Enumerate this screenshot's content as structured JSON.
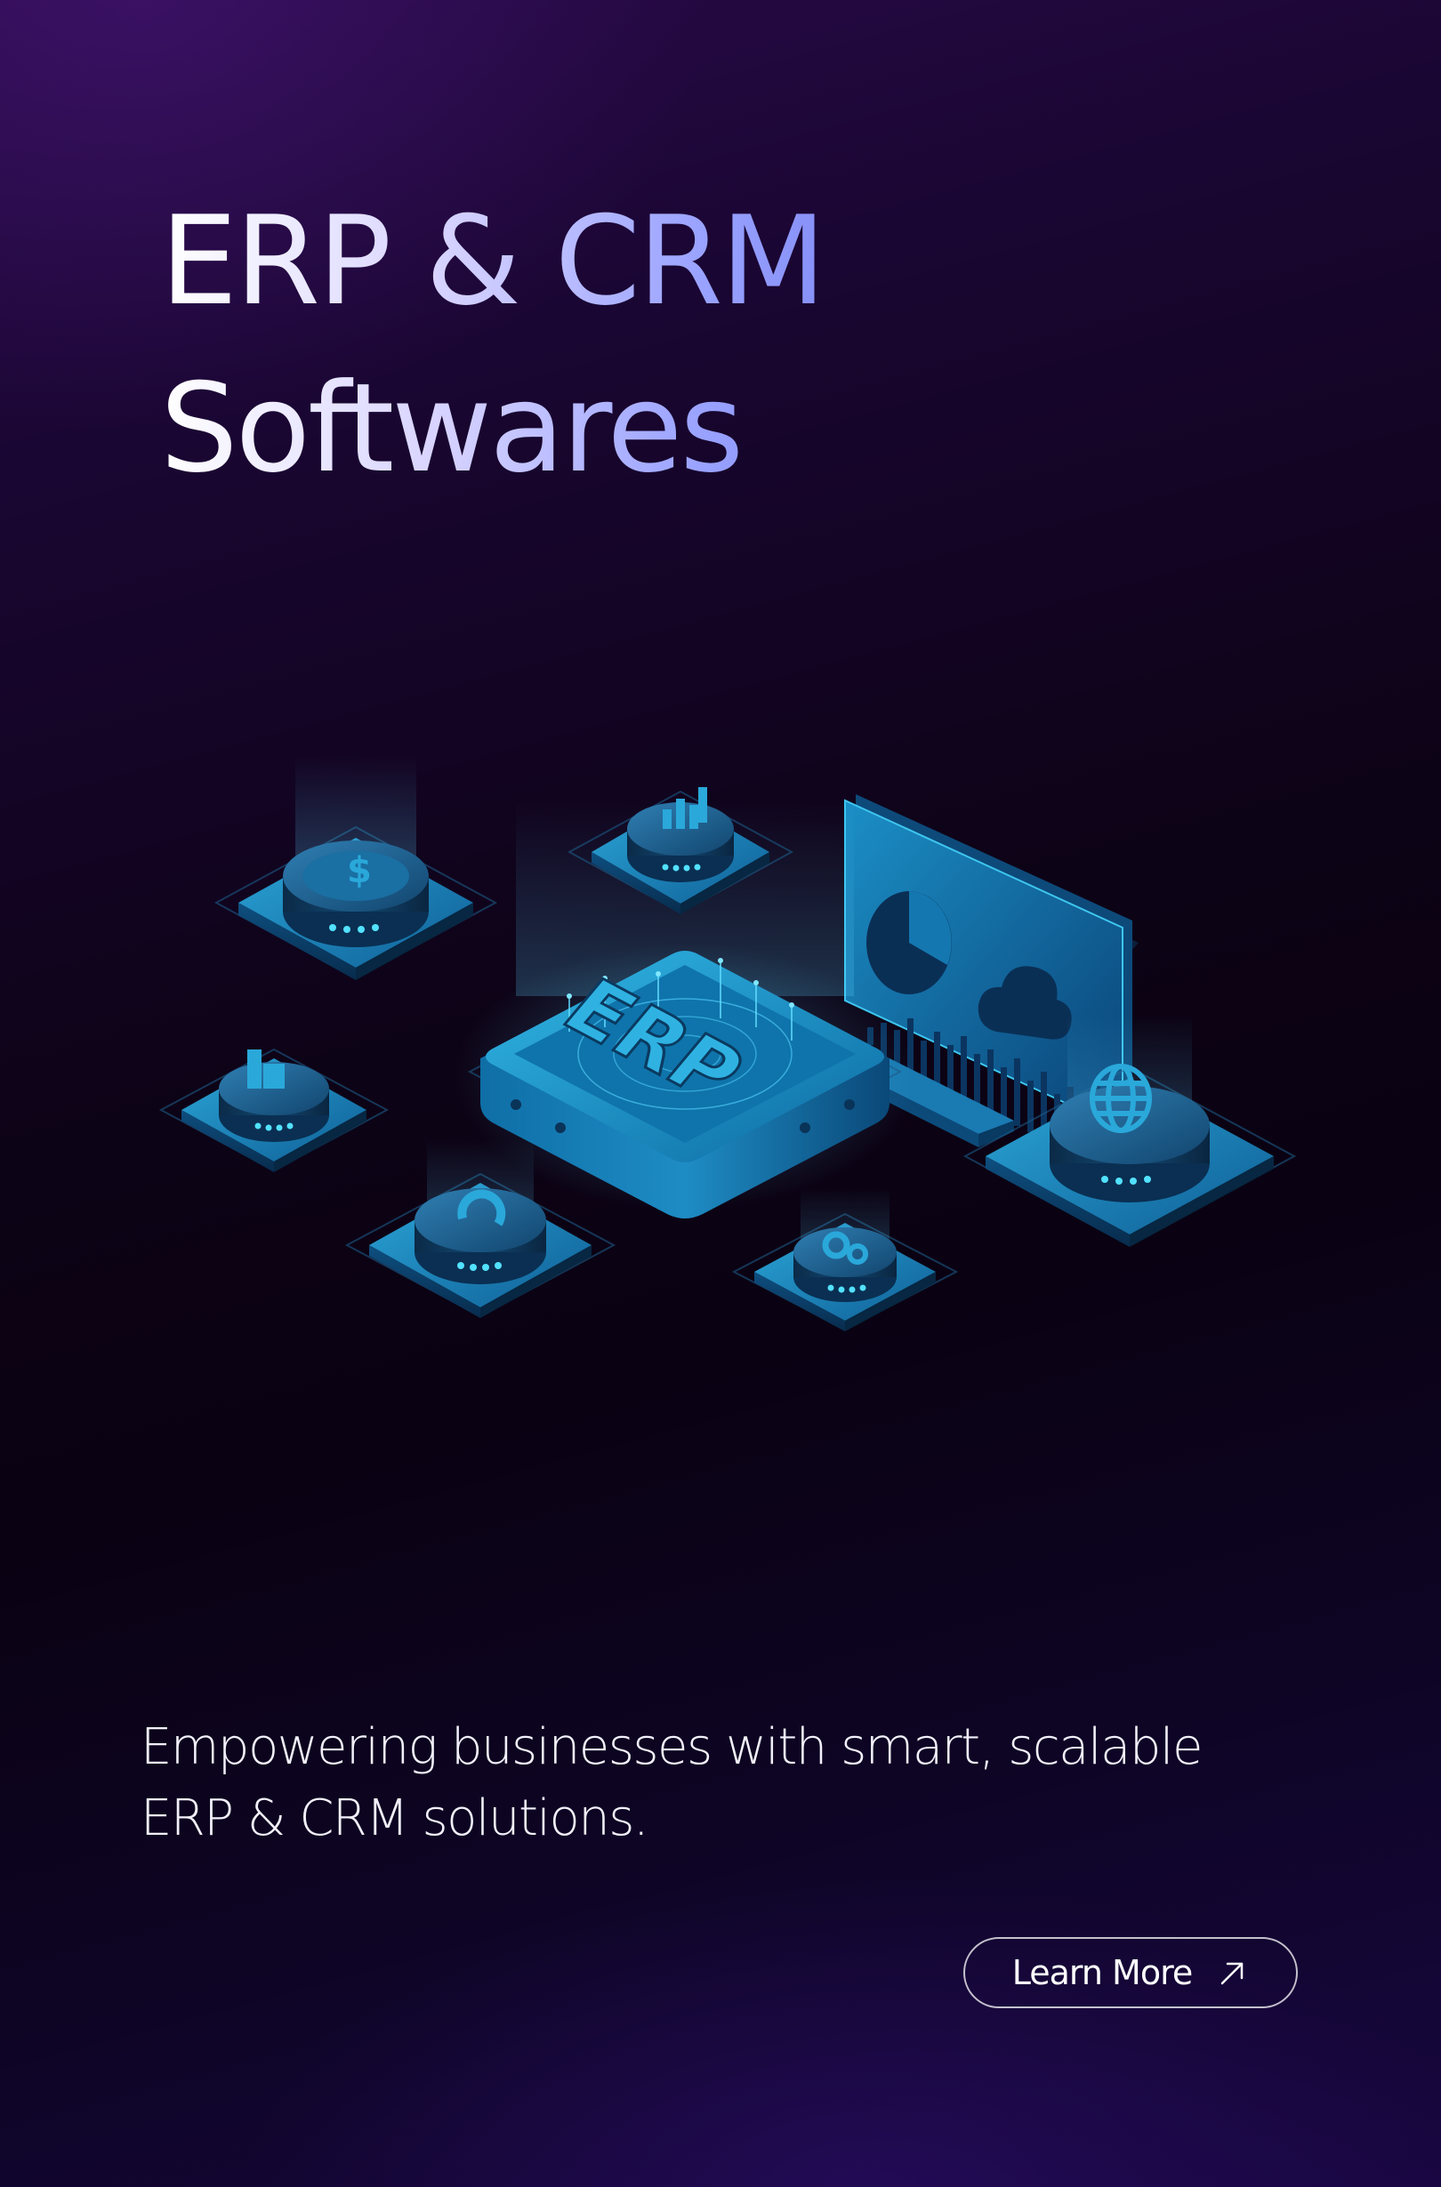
{
  "hero": {
    "title_line1": "ERP & CRM",
    "title_line2": "Softwares",
    "illustration_label": "ERP",
    "illustration_icon": "isometric-erp-network-illustration"
  },
  "content": {
    "tagline": "Empowering businesses with smart, scalable ERP & CRM solutions."
  },
  "cta": {
    "label": "Learn More",
    "icon": "arrow-up-right-icon"
  },
  "colors": {
    "background_top": "#2a0a4a",
    "background_mid": "#0a0212",
    "background_bottom": "#180640",
    "title_gradient_start": "#ffffff",
    "title_gradient_end": "#7c86f2",
    "accent_cyan": "#33c6ea",
    "accent_blue": "#1e88c8"
  }
}
